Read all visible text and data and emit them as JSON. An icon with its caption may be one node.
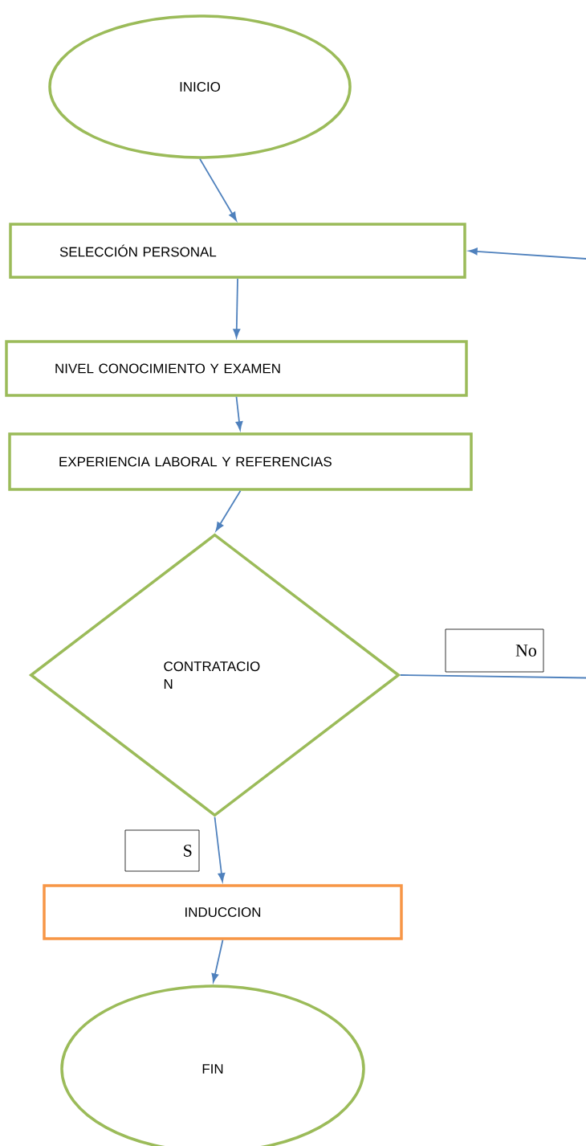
{
  "diagram": {
    "nodes": [
      {
        "text": [
          "INICIO"
        ]
      },
      {
        "text": [
          "SELECCIÓN PERSONAL"
        ]
      },
      {
        "text": [
          "NIVEL CONOCIMIENTO Y EXAMEN"
        ]
      },
      {
        "text": [
          "EXPERIENCIA LABORAL Y REFERENCIAS"
        ]
      },
      {
        "text": [
          "CONTRATACIO N"
        ]
      },
      {
        "text": [
          "No"
        ]
      },
      {
        "text": [
          "S"
        ]
      },
      {
        "text": [
          "INDUCCION"
        ]
      },
      {
        "text": [
          "FIN"
        ]
      }
    ],
    "edges": [
      {
        "from": 0,
        "to": 1,
        "arrow": "to"
      },
      {
        "from": 1,
        "to": 2,
        "arrow": "to"
      },
      {
        "from": 2,
        "to": 3,
        "arrow": "to"
      },
      {
        "from": 3,
        "to": 4,
        "arrow": "to"
      },
      {
        "from": 4,
        "to": 7,
        "arrow": "to"
      },
      {
        "from": 7,
        "to": 8,
        "arrow": "to"
      },
      {
        "from": 4,
        "to": null,
        "arrow": "none"
      },
      {
        "from": null,
        "to": 1,
        "arrow": "to"
      }
    ]
  }
}
